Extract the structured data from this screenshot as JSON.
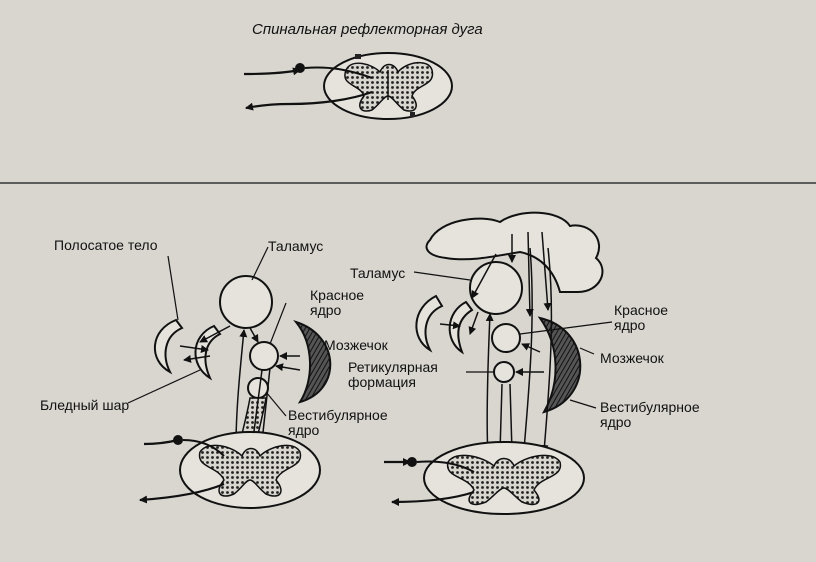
{
  "top": {
    "title": "Спинальная рефлекторная дуга"
  },
  "left": {
    "striatum": "Полосатое тело",
    "thalamus": "Таламус",
    "red_nucleus_1": "Красное",
    "red_nucleus_2": "ядро",
    "cerebellum": "Мозжечок",
    "globus_pallidus": "Бледный шар",
    "vestibular_1": "Вестибулярное",
    "vestibular_2": "ядро"
  },
  "right": {
    "thalamus": "Таламус",
    "red_nucleus_1": "Красное",
    "red_nucleus_2": "ядро",
    "cerebellum": "Мозжечок",
    "reticular_1": "Ретикулярная",
    "reticular_2": "формация",
    "vestibular_1": "Вестибулярное",
    "vestibular_2": "ядро"
  },
  "colors": {
    "paper": "#d9d6d0",
    "ink": "#111111",
    "gray_matter": "#3a3a3a"
  }
}
